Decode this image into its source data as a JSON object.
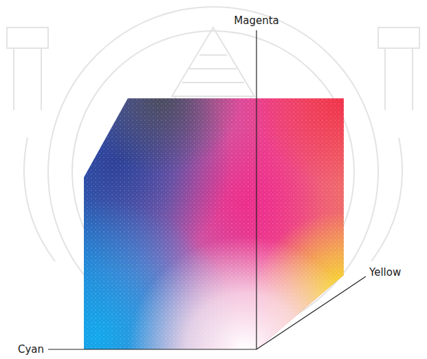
{
  "diagram": {
    "labels": [
      "Magenta",
      "Yellow",
      "Cyan"
    ]
  }
}
